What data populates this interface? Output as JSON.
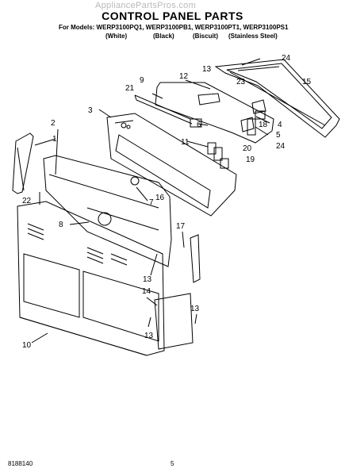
{
  "watermark": "AppliancePartsPros.com",
  "title": "CONTROL PANEL PARTS",
  "models": "For Models: WERP3100PQ1, WERP3100PB1, WERP3100PT1, WERP3100PS1",
  "colors": [
    "(White)",
    "(Black)",
    "(Biscuit)",
    "(Stainless Steel)"
  ],
  "footer": {
    "doc_number": "8188140",
    "page": "5"
  },
  "callouts": {
    "c24a": "24",
    "c9": "9",
    "c12": "12",
    "c13a": "13",
    "c23": "23",
    "c15": "15",
    "c21": "21",
    "c3": "3",
    "c4": "4",
    "c18": "18",
    "c6": "6",
    "c5": "5",
    "c11": "11",
    "c20": "20",
    "c24b": "24",
    "c19": "19",
    "c2": "2",
    "c1": "1",
    "c7": "7",
    "c16": "16",
    "c22": "22",
    "c8": "8",
    "c17": "17",
    "c13b": "13",
    "c14": "14",
    "c13c": "13",
    "c13d": "13",
    "c10": "10"
  }
}
